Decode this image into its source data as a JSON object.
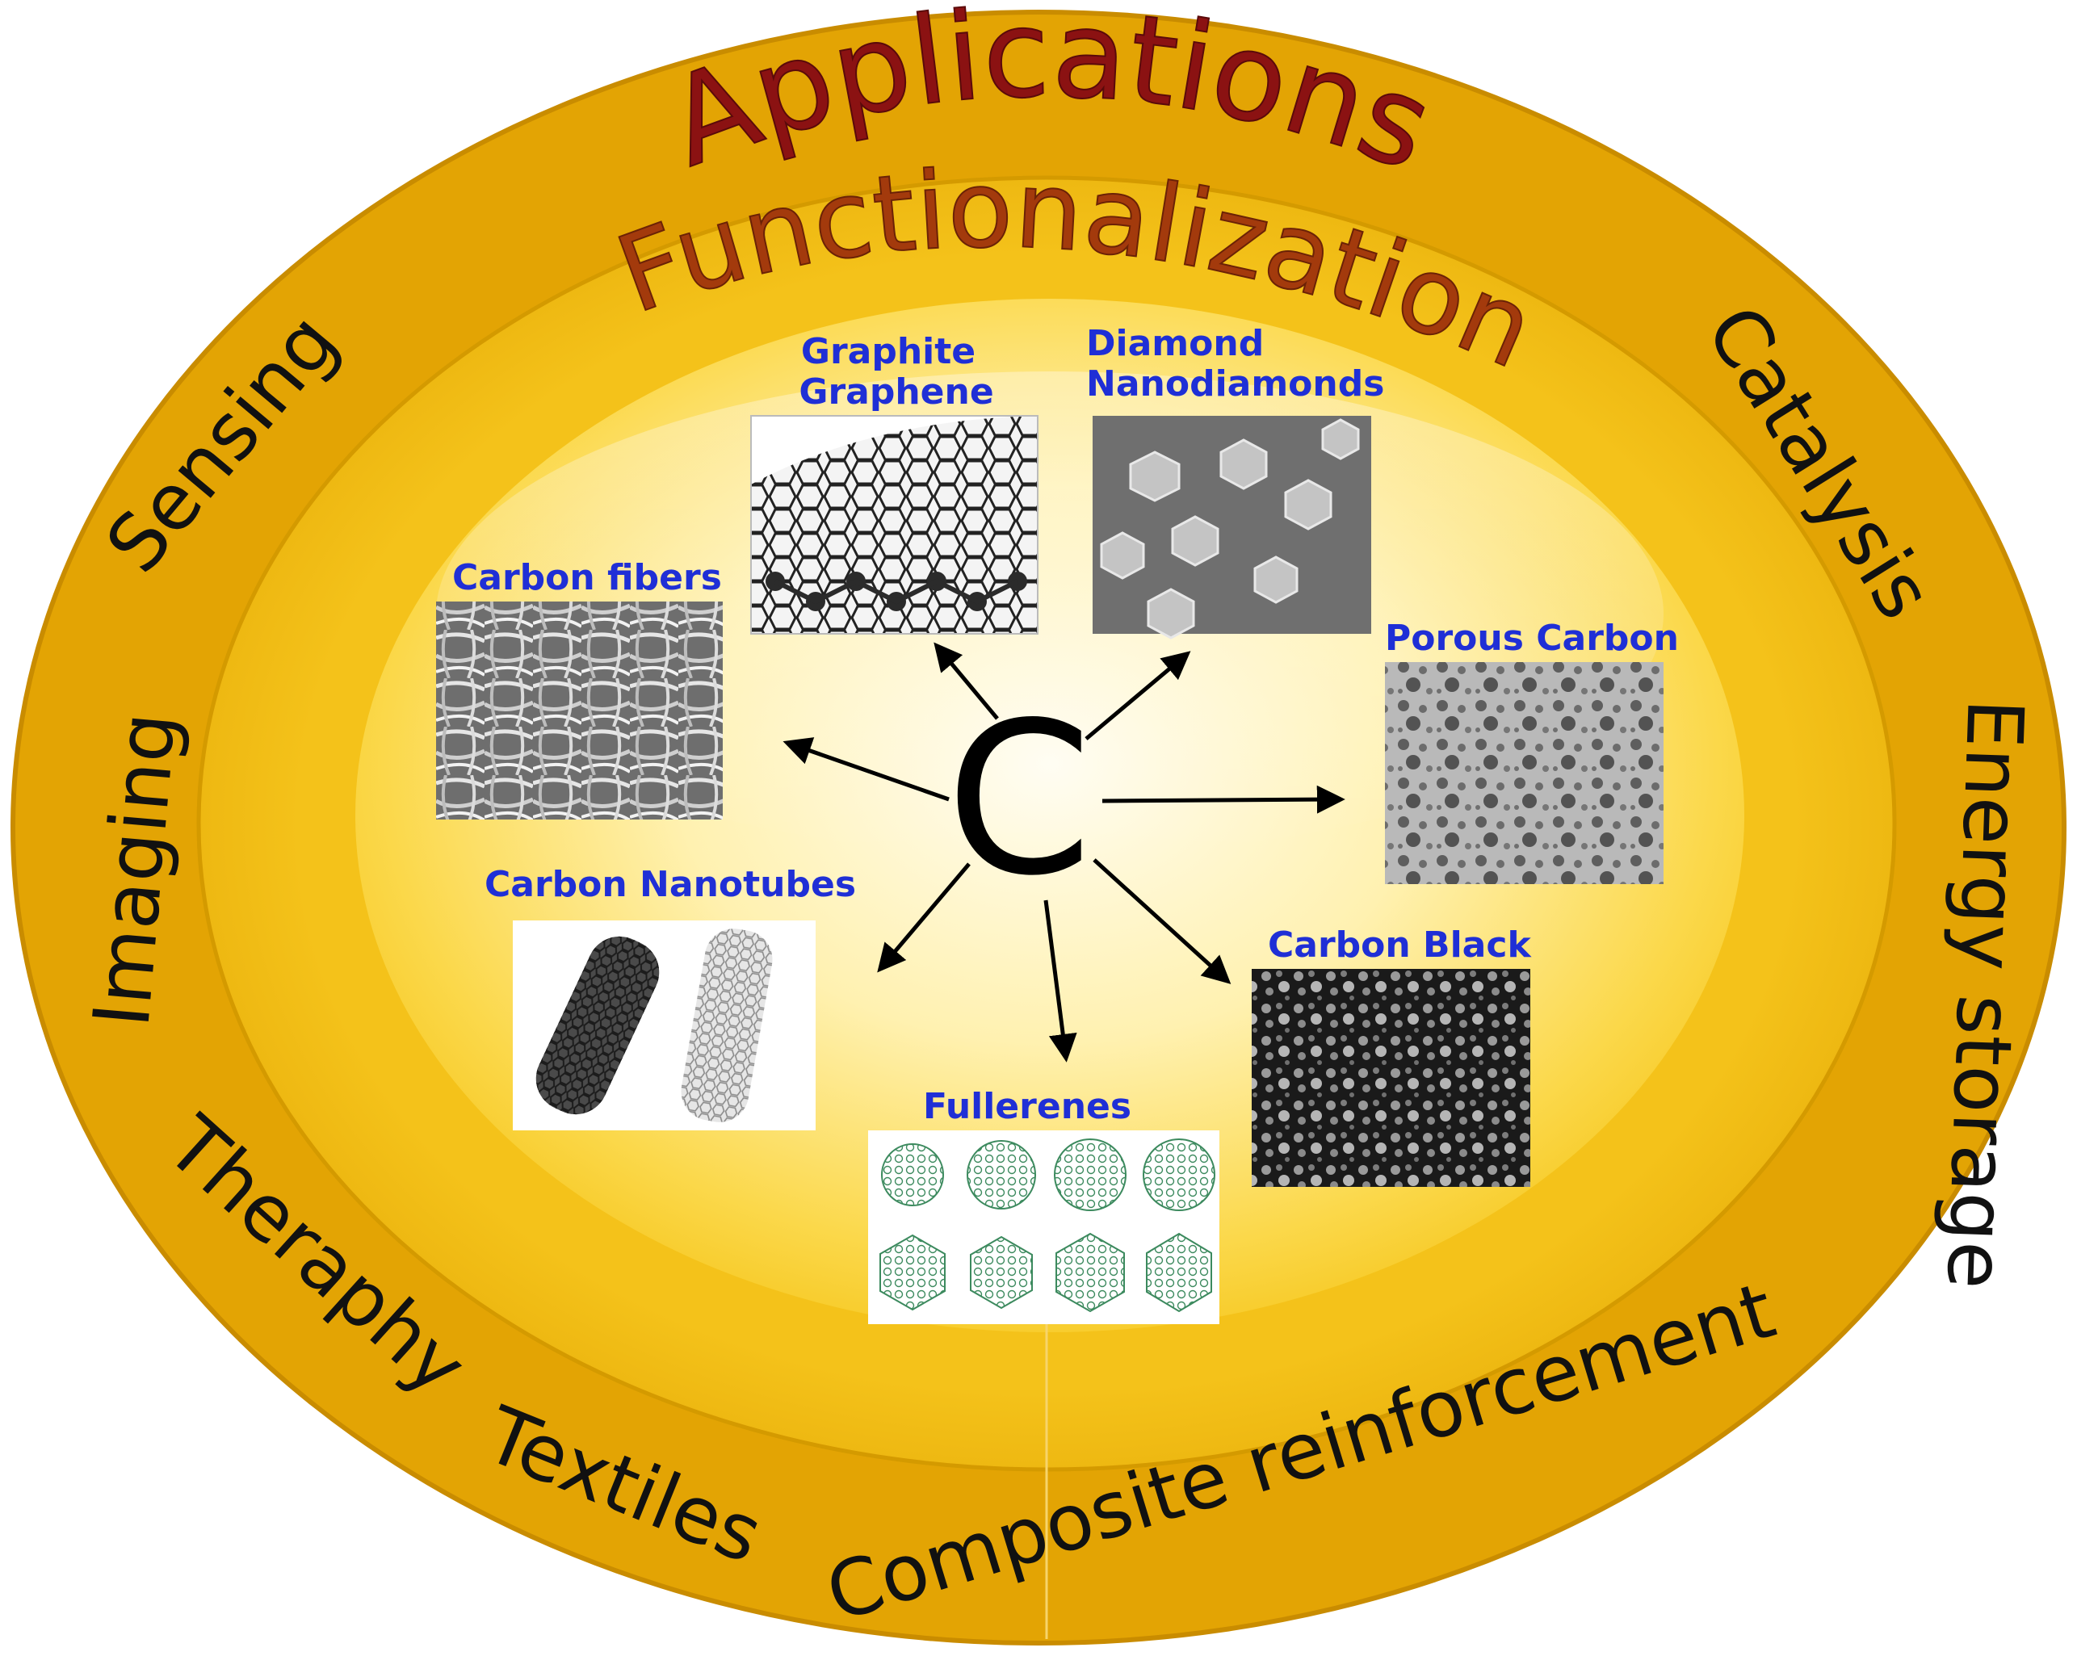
{
  "diagram": {
    "outer_ring_title": "Applications",
    "inner_ring_title": "Functionalization",
    "center_symbol": "C",
    "applications": {
      "sensing": "Sensing",
      "catalysis": "Catalysis",
      "imaging": "Imaging",
      "energy_storage": "Energy storage",
      "theraphy": "Theraphy",
      "textiles": "Textiles",
      "composite": "Composite reinforcement"
    },
    "materials": {
      "graphite": [
        "Graphite",
        "Graphene"
      ],
      "diamond": [
        "Diamond",
        "Nanodiamonds"
      ],
      "carbon_fibers": "Carbon fibers",
      "porous_carbon": "Porous Carbon",
      "carbon_nanotubes": "Carbon Nanotubes",
      "carbon_black": "Carbon Black",
      "fullerenes": "Fullerenes"
    },
    "colors": {
      "outer_ring": "#e3a404",
      "middle_ring": "#f1bd13",
      "core_center": "#fffbe8",
      "title_applications": "#8b1212",
      "title_functionalization": "#a33a0c",
      "material_label": "#1f2fd6",
      "application_label": "#111111"
    }
  }
}
